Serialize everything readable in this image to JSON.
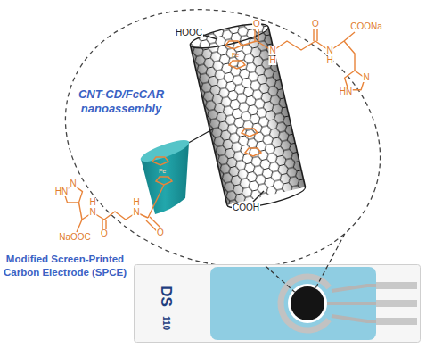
{
  "diagram": {
    "nodes": [
      {
        "text": [
          "CNT-CD/FcCAR nanoassembly"
        ]
      },
      {
        "text": [
          "Modified Screen-Printed Carbon Electrode (SPCE)"
        ]
      }
    ],
    "edges": [
      {
        "from": 0,
        "to": 1,
        "arrow": "none"
      },
      {
        "from": 0,
        "to": 1,
        "arrow": "none"
      }
    ],
    "labels": [
      "HOOC",
      "COOH",
      "O",
      "N",
      "H",
      "O",
      "N",
      "H",
      "COONa",
      "HN",
      "N",
      "Fe",
      "O",
      "N",
      "H",
      "O",
      "N",
      "H",
      "NaOOC",
      "HN",
      "N",
      "Fe",
      "DS",
      "110"
    ]
  }
}
